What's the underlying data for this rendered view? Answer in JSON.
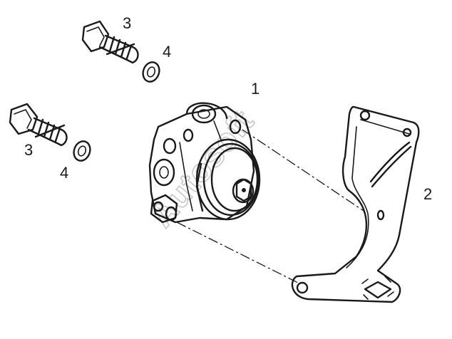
{
  "diagram": {
    "callouts": {
      "part1": "1",
      "part2": "2",
      "part3_top": "3",
      "part3_bottom": "3",
      "part4_top": "4",
      "part4_bottom": "4"
    },
    "watermark": "Autosoft"
  }
}
